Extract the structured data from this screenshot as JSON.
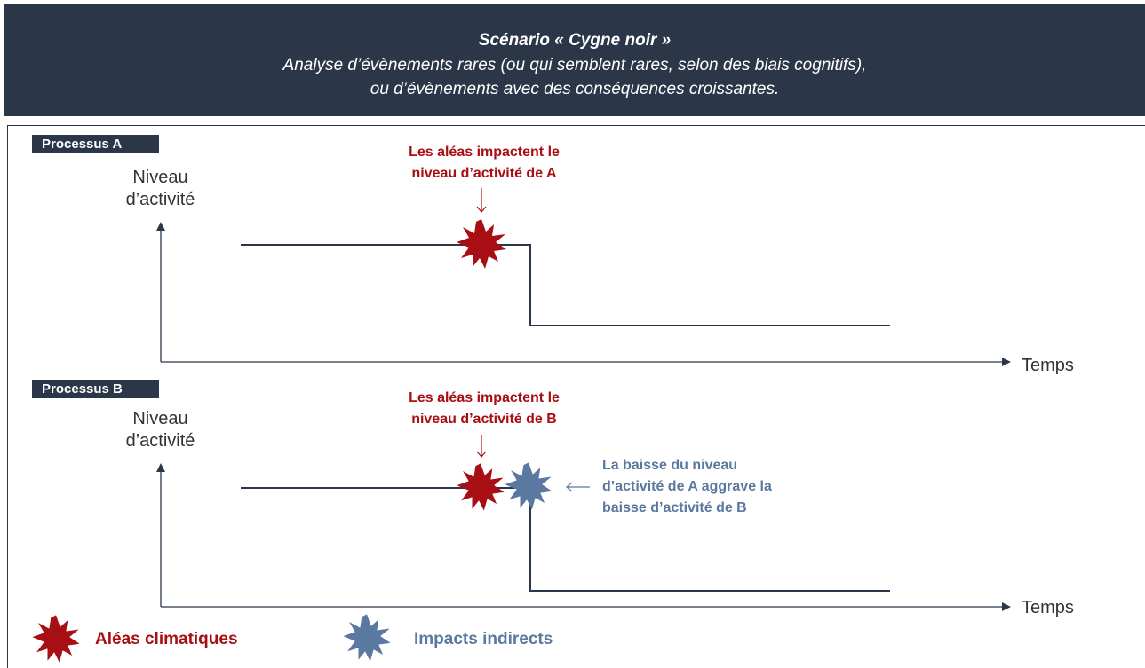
{
  "header": {
    "title": "Scénario « Cygne noir »",
    "subtitle_line1": "Analyse d’évènements rares (ou qui semblent rares, selon des biais cognitifs),",
    "subtitle_line2": "ou d’évènements avec des conséquences croissantes."
  },
  "panels": [
    {
      "tag": "Processus A",
      "y_label_line1": "Niveau",
      "y_label_line2": "d’activité",
      "x_label": "Temps",
      "callout_line1": "Les aléas impactent le",
      "callout_line2": "niveau d’activité de A"
    },
    {
      "tag": "Processus B",
      "y_label_line1": "Niveau",
      "y_label_line2": "d’activité",
      "x_label": "Temps",
      "callout_line1": "Les aléas impactent le",
      "callout_line2": "niveau d’activité de B",
      "indirect_line1": "La baisse du niveau",
      "indirect_line2": "d’activité de A aggrave la",
      "indirect_line3": "baisse d’activité de B"
    }
  ],
  "legend": {
    "climatic": "Aléas climatiques",
    "indirect": "Impacts indirects"
  },
  "colors": {
    "header_bg": "#2b3649",
    "hazard_red": "#a80f14",
    "indirect_blue": "#5b78a0",
    "line": "#2b3649"
  }
}
